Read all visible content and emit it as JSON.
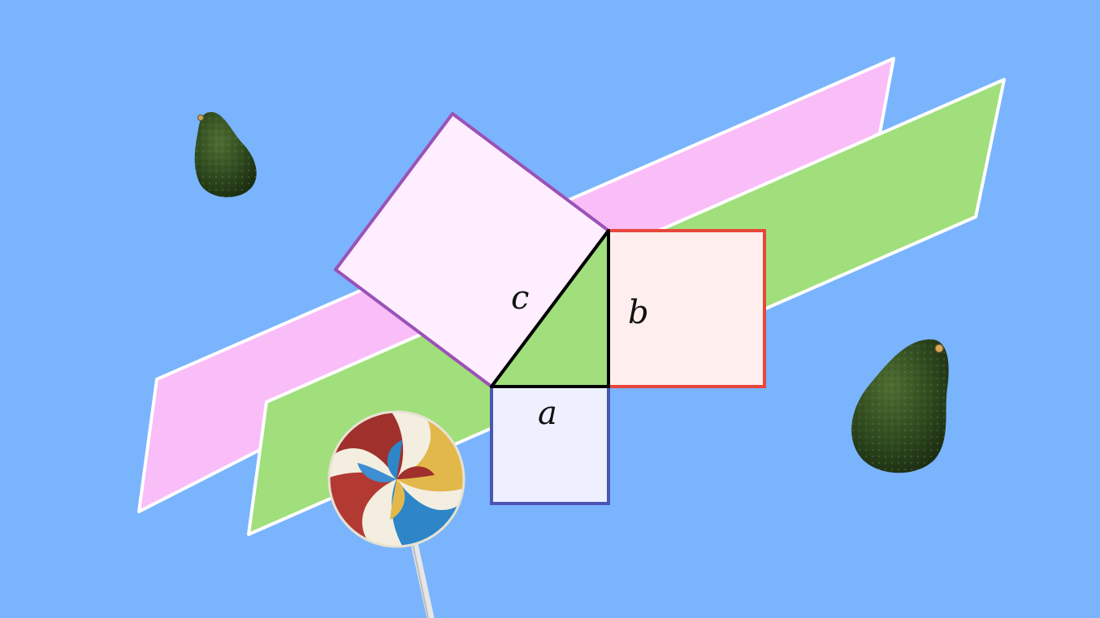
{
  "diagram": {
    "labels": {
      "a": "a",
      "b": "b",
      "c": "c"
    }
  },
  "colors": {
    "background": "#7ab4fd",
    "pink_band": "#f9bdf8",
    "green_band": "#a0df7b",
    "band_outline": "#ffffff",
    "triangle_fill": "#a0df7b",
    "triangle_stroke": "#000000",
    "square_a_fill": "#eef0ff",
    "square_a_stroke": "#4a55b4",
    "square_b_fill": "#ffeeee",
    "square_b_stroke": "#e8463b",
    "square_c_fill": "#ffeeff",
    "square_c_stroke": "#9b52b7"
  },
  "icons": {
    "avatar_left": "avocado-icon",
    "avatar_right": "avocado-icon",
    "candy": "lollipop-icon"
  }
}
